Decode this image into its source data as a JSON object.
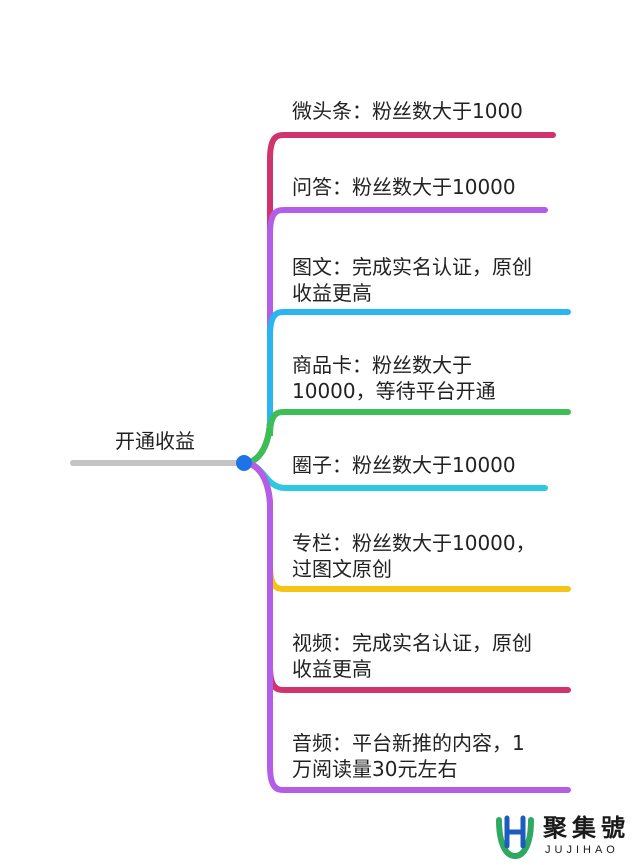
{
  "root": {
    "label": "开通收益"
  },
  "branches": [
    {
      "text": "微头条：粉丝数大于1000",
      "color": "#d1336e"
    },
    {
      "text": "问答：粉丝数大于10000",
      "color": "#b45ee8"
    },
    {
      "text": "图文：完成实名认证，原创\n收益更高",
      "color": "#2ab5ef"
    },
    {
      "text": "商品卡：粉丝数大于\n10000，等待平台开通",
      "color": "#3cbe55"
    },
    {
      "text": "圈子：粉丝数大于10000",
      "color": "#2cc9e0"
    },
    {
      "text": "专栏：粉丝数大于10000，\n过图文原创",
      "color": "#f5c416"
    },
    {
      "text": "视频：完成实名认证，原创\n收益更高",
      "color": "#d1336e"
    },
    {
      "text": "音频：平台新推的内容，1\n万阅读量30元左右",
      "color": "#b45ee8"
    }
  ],
  "colors": {
    "root_line": "#c4c4c4",
    "root_node": "#1f73e8"
  },
  "watermark": {
    "cn": "聚集號",
    "en": "JUJIHAO"
  }
}
